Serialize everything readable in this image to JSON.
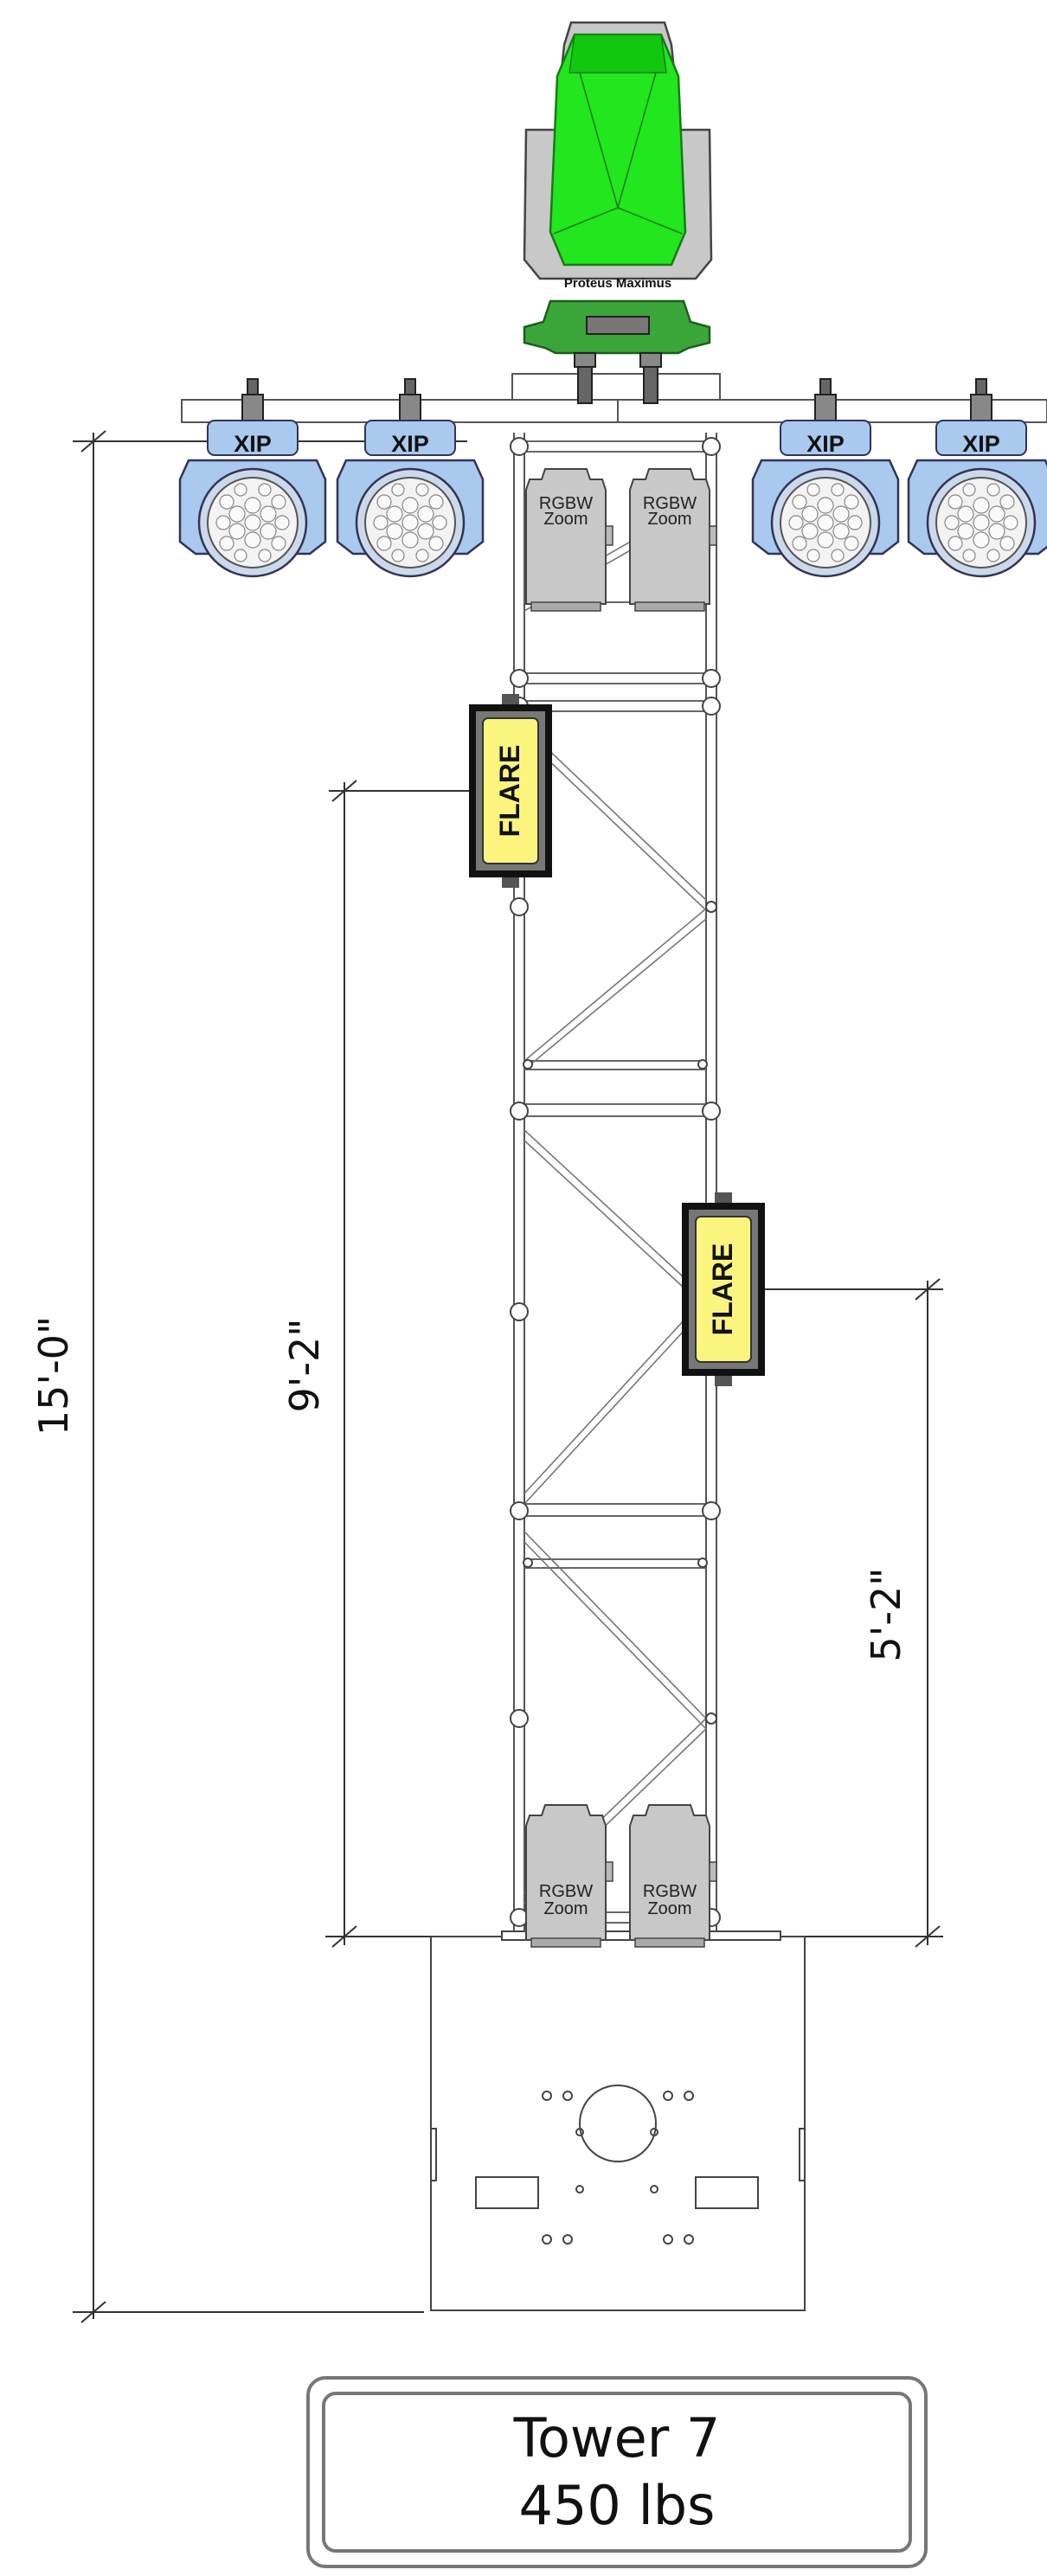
{
  "fixtures": {
    "moving_head": {
      "label": "Proteus Maximus",
      "color": "#22e61e"
    },
    "wash_left_outer": {
      "label": "XIP"
    },
    "wash_left_inner": {
      "label": "XIP"
    },
    "wash_right_inner": {
      "label": "XIP"
    },
    "wash_right_outer": {
      "label": "XIP"
    },
    "wash_color": "#a9c9ef",
    "zoom_top_left": {
      "line1": "RGBW",
      "line2": "Zoom"
    },
    "zoom_top_right": {
      "line1": "RGBW",
      "line2": "Zoom"
    },
    "zoom_bottom_left": {
      "line1": "RGBW",
      "line2": "Zoom"
    },
    "zoom_bottom_right": {
      "line1": "RGBW",
      "line2": "Zoom"
    },
    "flare_upper": {
      "label": "FLARE"
    },
    "flare_lower": {
      "label": "FLARE"
    },
    "flare_color": "#fbf57e"
  },
  "dimensions": {
    "overall_height": "15'-0\"",
    "upper_flare_height": "9'-2\"",
    "lower_flare_height": "5'-2\""
  },
  "title_block": {
    "name": "Tower 7",
    "weight": "450 lbs"
  }
}
